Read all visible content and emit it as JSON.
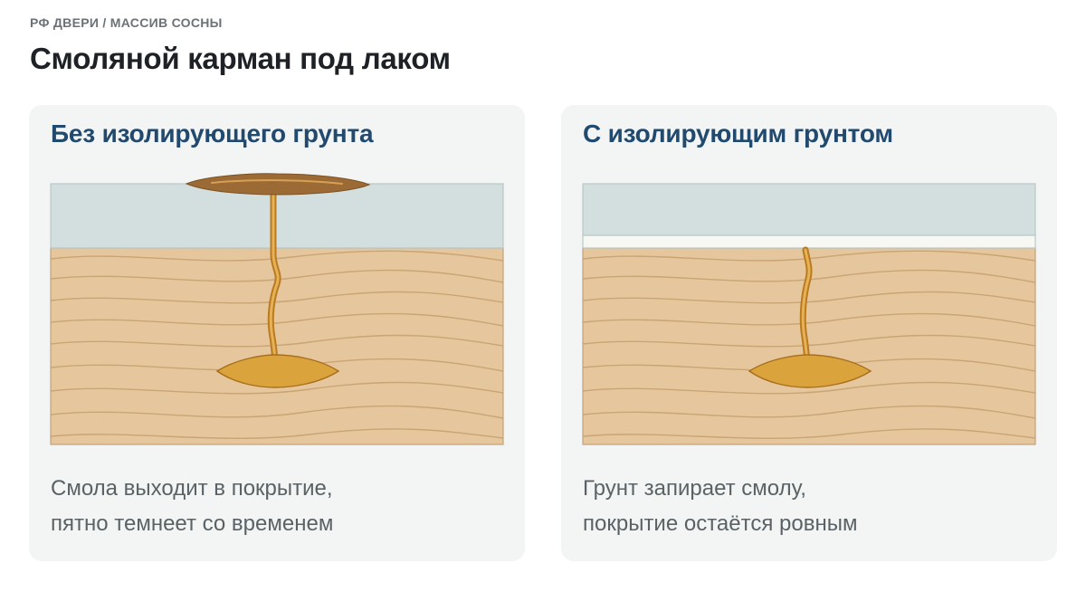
{
  "header": {
    "breadcrumb": "РФ ДВЕРИ / МАССИВ СОСНЫ",
    "title": "Смоляной карман под лаком"
  },
  "panels": [
    {
      "title": "Без изолирующего грунта",
      "caption_line1": "Смола выходит в покрытие,",
      "caption_line2": "пятно темнеет со временем"
    },
    {
      "title": "С изолирующим грунтом",
      "caption_line1": "Грунт запирает смолу,",
      "caption_line2": "покрытие остаётся ровным"
    }
  ],
  "colors": {
    "coating": "#d2dfde",
    "wood": "#e6c79d",
    "grain": "#c9a474",
    "resin": "#d9a03c",
    "resin_stain": "#9a6a34",
    "primer": "#f7f8f4",
    "title": "#22496e"
  }
}
